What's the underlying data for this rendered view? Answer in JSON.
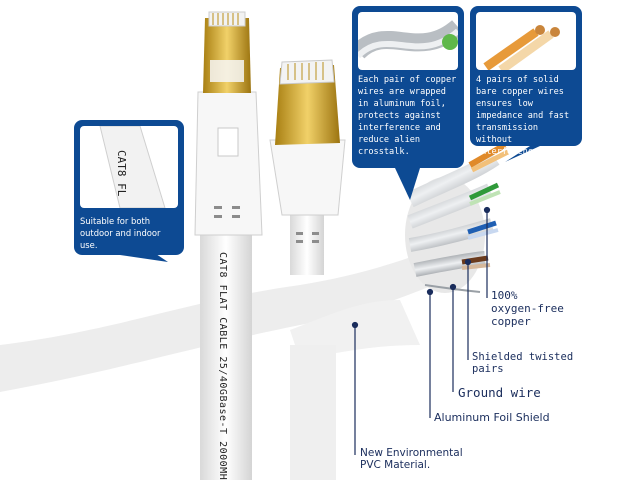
{
  "callouts": {
    "outdoor": {
      "photo_text": "CAT8 FL",
      "caption": "Suitable for both outdoor and indoor use."
    },
    "foil": {
      "caption": "Each pair of copper wires are wrapped in aluminum foil, protects against interference and reduce alien crosstalk."
    },
    "copper": {
      "caption": "4 pairs of solid bare copper wires ensures low impedance and fast transmission without interference."
    }
  },
  "cable_print": "CAT8 FLAT CABLE 25/40GBase-T 2000MH",
  "labels": {
    "copper_line1": "100%",
    "copper_line2": "oxygen-free",
    "copper_line3": "copper",
    "shielded_line1": "Shielded twisted",
    "shielded_line2": "pairs",
    "ground": "Ground wire",
    "foil": "Aluminum Foil Shield",
    "pvc_line1": "New Environmental",
    "pvc_line2": "PVC Material."
  },
  "colors": {
    "callout_blue": "#0d4a93",
    "label_text": "#1a2d5c",
    "gold": "#c9a227",
    "cable_white": "#f4f4f4"
  }
}
